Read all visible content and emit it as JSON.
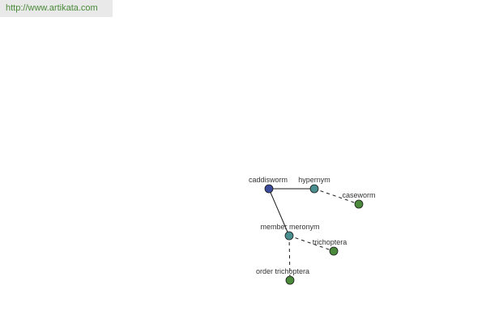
{
  "banner": {
    "url_text": "http://www.artikata.com"
  },
  "colors": {
    "root": "#3b4a9a",
    "relation": "#4a8f8f",
    "leaf": "#4a8a3a",
    "banner_text": "#4a8a3a"
  },
  "graph": {
    "nodes": [
      {
        "id": "caddisworm",
        "label": "caddisworm",
        "kind": "root"
      },
      {
        "id": "hypernym",
        "label": "hypernym",
        "kind": "relation"
      },
      {
        "id": "caseworm",
        "label": "caseworm",
        "kind": "leaf"
      },
      {
        "id": "member-meronym",
        "label": "member meronym",
        "kind": "relation"
      },
      {
        "id": "trichoptera",
        "label": "trichoptera",
        "kind": "leaf"
      },
      {
        "id": "order-trichoptera",
        "label": "order trichoptera",
        "kind": "leaf"
      }
    ],
    "edges": [
      {
        "from": "caddisworm",
        "to": "hypernym",
        "style": "solid"
      },
      {
        "from": "caddisworm",
        "to": "member-meronym",
        "style": "solid"
      },
      {
        "from": "hypernym",
        "to": "caseworm",
        "style": "dashed"
      },
      {
        "from": "member-meronym",
        "to": "trichoptera",
        "style": "dashed"
      },
      {
        "from": "member-meronym",
        "to": "order-trichoptera",
        "style": "dashed"
      }
    ]
  }
}
